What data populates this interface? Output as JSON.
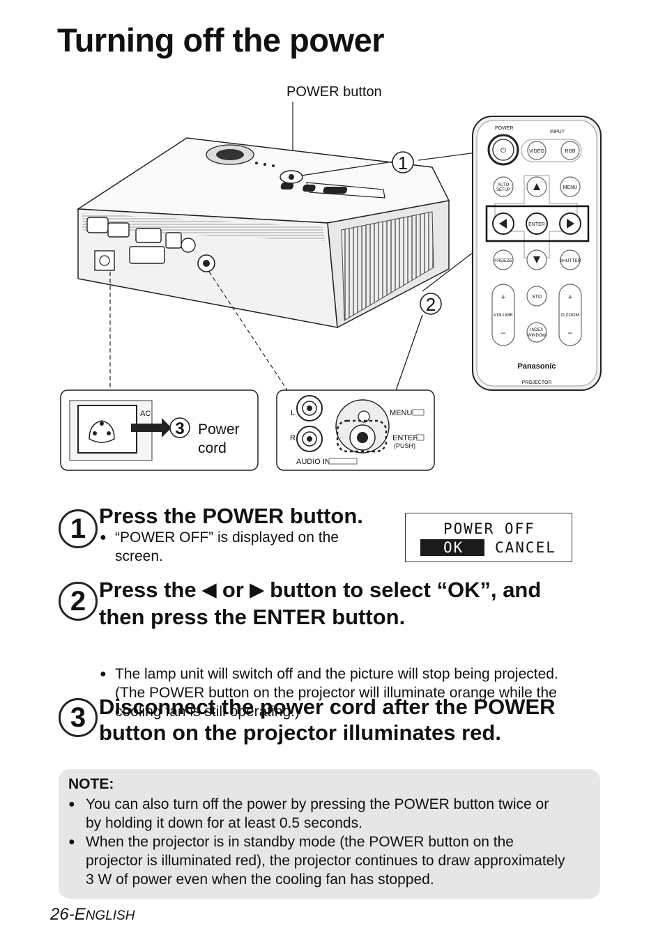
{
  "title": "Turning off the power",
  "figure": {
    "power_button_label": "POWER button",
    "callout_1": "1",
    "callout_2": "2",
    "callout_3": "3",
    "ac_label": "AC",
    "power_cord_line1": "Power",
    "power_cord_line2": "cord",
    "panel_labels": {
      "l": "L",
      "r": "R",
      "menu": "MENU",
      "enter": "ENTER",
      "push": "(PUSH)",
      "audio_in": "AUDIO IN"
    },
    "remote": {
      "power": "POWER",
      "input": "INPUT",
      "video": "VIDEO",
      "rgb": "RGB",
      "auto_setup_1": "AUTO",
      "auto_setup_2": "SETUP",
      "menu": "MENU",
      "enter": "ENTER",
      "freeze": "FREEZE",
      "shutter": "SHUTTER",
      "std": "STD",
      "volume": "VOLUME",
      "dzoom": "D.ZOOM",
      "index_1": "INDEX",
      "index_2": "WINDOW",
      "plus": "+",
      "minus": "–",
      "brand": "Panasonic",
      "projector": "PROJECTOR"
    }
  },
  "steps": [
    {
      "num": "1",
      "title": "Press the POWER button.",
      "bullet_line1": "“POWER OFF” is displayed on the",
      "bullet_line2": "screen."
    },
    {
      "num": "2",
      "title_pre": "Press the",
      "left_arrow": "◀",
      "title_or": "or",
      "right_arrow": "▶",
      "title_post": "button to select “OK”, and",
      "title_line2": "then press the ENTER button.",
      "bullet_line1": "The lamp unit will switch off and the picture will stop being projected.",
      "bullet_line2": "(The POWER button on the projector will illuminate orange while the",
      "bullet_line3": "cooling fan is still operating.)"
    },
    {
      "num": "3",
      "title_line1": "Disconnect the power cord after the POWER",
      "title_line2": "button on the projector illuminates red."
    }
  ],
  "osd": {
    "title": "POWER OFF",
    "ok": "OK",
    "cancel": "CANCEL"
  },
  "note": {
    "heading": "NOTE:",
    "items": [
      {
        "line1": "You can also turn off the power by pressing the POWER button twice or",
        "line2": "by holding it down for at least 0.5 seconds."
      },
      {
        "line1": "When the projector is in standby mode (the POWER button on the",
        "line2": "projector is illuminated red), the projector continues to draw approximately",
        "line3": "3 W of power even when the cooling fan has stopped."
      }
    ]
  },
  "bullet_symbol": "●",
  "footer": {
    "page": "26-",
    "lang_first": "E",
    "lang_rest": "NGLISH"
  }
}
